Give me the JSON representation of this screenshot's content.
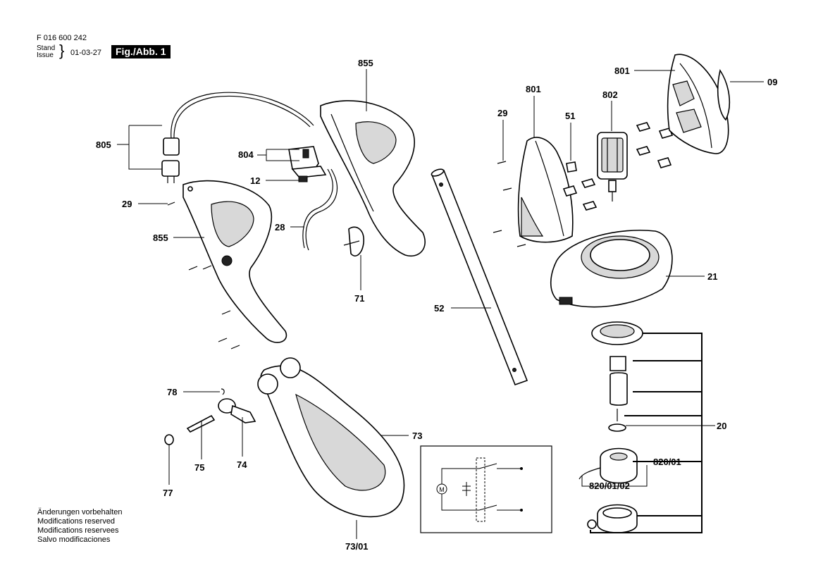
{
  "header": {
    "doc_number": "F 016 600 242",
    "stand_label": "Stand",
    "issue_label": "Issue",
    "issue_date": "01-03-27",
    "figure_label": "Fig./Abb. 1"
  },
  "notes": {
    "de": "Änderungen vorbehalten",
    "en": "Modifications reserved",
    "fr": "Modifications reservees",
    "es": "Salvo modificaciones"
  },
  "part_labels": {
    "p805": "805",
    "p855_top": "855",
    "p855_left": "855",
    "p804": "804",
    "p12": "12",
    "p29_left": "29",
    "p28": "28",
    "p71": "71",
    "p52": "52",
    "p29_right": "29",
    "p801_top": "801",
    "p801_mid": "801",
    "p51": "51",
    "p802": "802",
    "p09": "09",
    "p21": "21",
    "p20": "20",
    "p820_01": "820/01",
    "p820_01_02": "820/01/02",
    "p78": "78",
    "p75": "75",
    "p74": "74",
    "p77": "77",
    "p73": "73",
    "p73_01": "73/01"
  },
  "schematic": {
    "motor_symbol": "M"
  }
}
